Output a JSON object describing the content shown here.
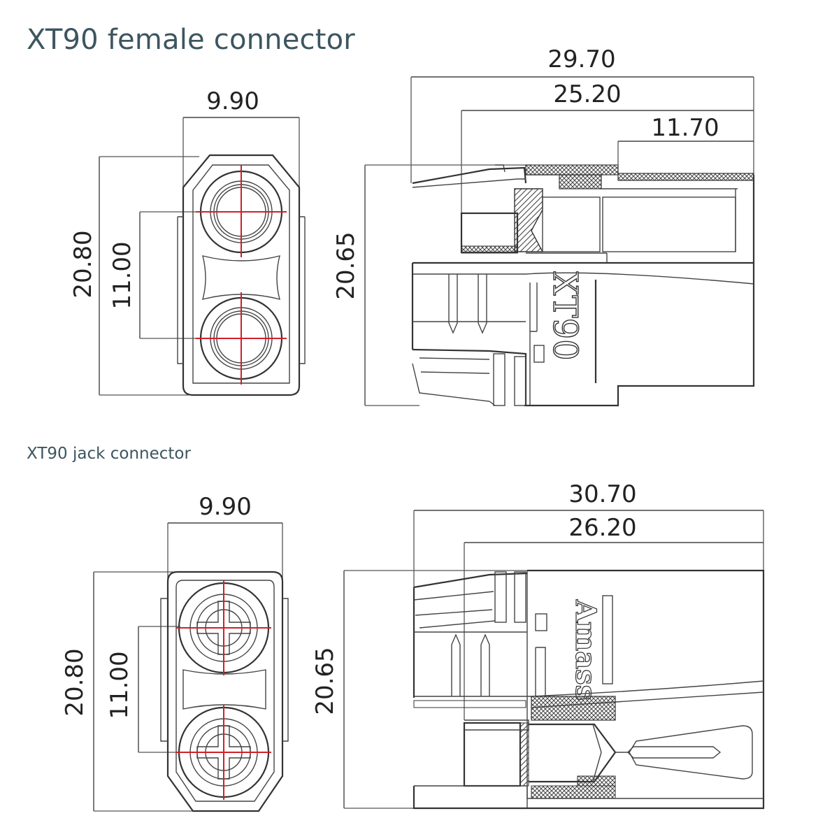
{
  "female": {
    "title": "XT90 female connector",
    "front_width": "9.90",
    "front_height": "20.80",
    "front_pitch": "11.00",
    "side_total_length": "29.70",
    "side_length_2": "25.20",
    "side_length_3": "11.70",
    "side_height": "20.65",
    "body_marking": "XT90"
  },
  "jack": {
    "title": "XT90 jack connector",
    "front_width": "9.90",
    "front_height": "20.80",
    "front_pitch": "11.00",
    "side_total_length": "30.70",
    "side_length_2": "26.20",
    "side_height": "20.65",
    "body_marking": "Amass"
  },
  "colors": {
    "outline": "#333333",
    "center_mark": "#d0202a",
    "title": "#3d5560"
  }
}
